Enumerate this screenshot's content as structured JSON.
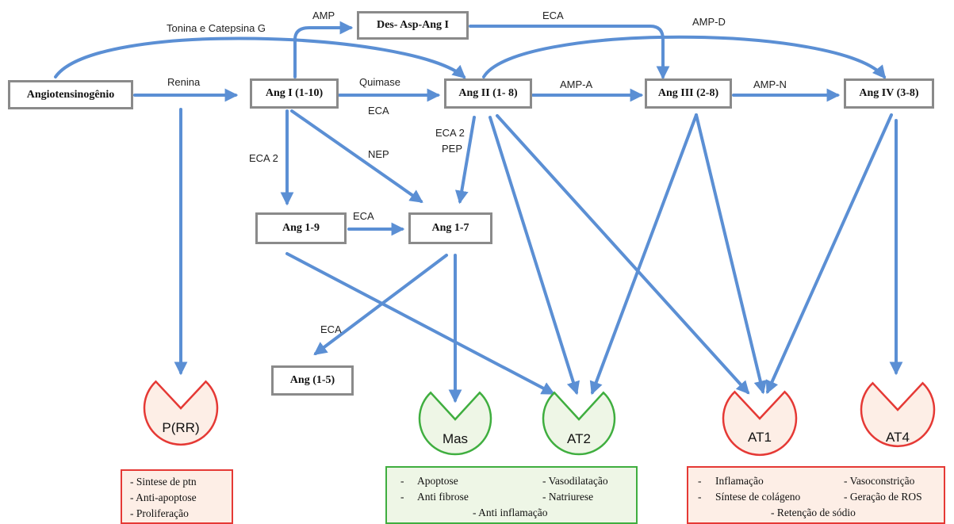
{
  "nodes": {
    "angiotensinogenio": "Angiotensinogênio",
    "ang_i": "Ang I (1-10)",
    "ang_ii": "Ang II (1- 8)",
    "ang_iii": "Ang III (2-8)",
    "ang_iv": "Ang IV (3-8)",
    "des_asp": "Des- Asp-Ang I",
    "ang_1_9": "Ang 1-9",
    "ang_1_7": "Ang 1-7",
    "ang_1_5": "Ang (1-5)"
  },
  "enzymes": {
    "renina": "Renina",
    "tonina": "Tonina e Catepsina G",
    "amp": "AMP",
    "eca_top": "ECA",
    "amp_d": "AMP-D",
    "quimase": "Quimase",
    "eca_i_ii": "ECA",
    "amp_a": "AMP-A",
    "amp_n": "AMP-N",
    "eca2_left": "ECA 2",
    "nep": "NEP",
    "eca2_pep_1": "ECA 2",
    "eca2_pep_2": "PEP",
    "eca_19_17": "ECA",
    "eca_15": "ECA"
  },
  "receptors": {
    "prr": "P(RR)",
    "mas": "Mas",
    "at2": "AT2",
    "at1": "AT1",
    "at4": "AT4"
  },
  "effects": {
    "prr": [
      "- Sintese de ptn",
      "- Anti-apoptose",
      "- Proliferação"
    ],
    "mas_at2": [
      "-",
      "Apoptose",
      "- Vasodilatação",
      "-",
      "Anti fibrose",
      "- Natriurese",
      "- Anti inflamação"
    ],
    "at1_at4": [
      "-",
      "Inflamação",
      "- Vasoconstrição",
      "-",
      "Síntese de colágeno",
      "- Geração de ROS",
      "- Retenção de sódio"
    ]
  },
  "colors": {
    "arrow": "#5b8fd4",
    "box_border": "#8a8a8a",
    "receptor_red_stroke": "#e53935",
    "receptor_red_fill": "#fdeee6",
    "receptor_green_stroke": "#3fae3f",
    "receptor_green_fill": "#eef6e6"
  }
}
